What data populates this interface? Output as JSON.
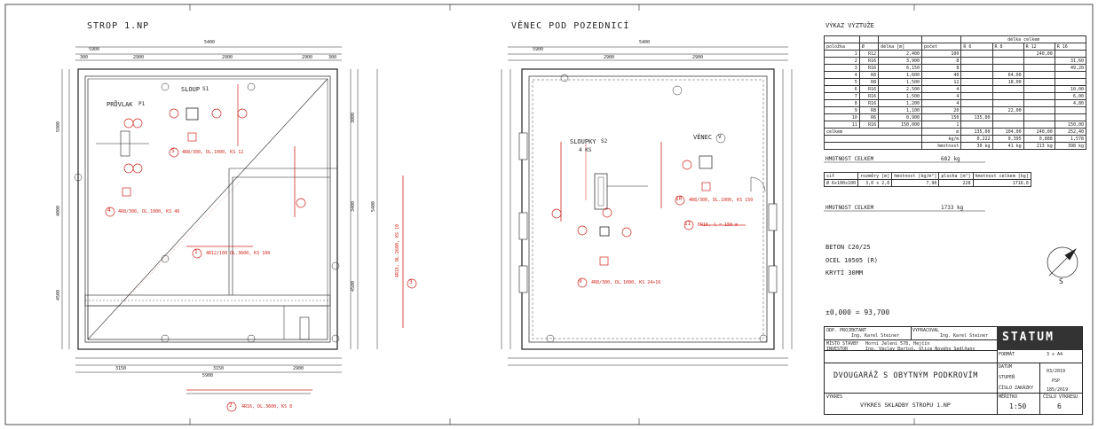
{
  "left_plan": {
    "title": "STROP 1.NP",
    "labels": {
      "prujlak": "PRŮVLAK",
      "prujlak_mark": "P1",
      "sloup": "SLOUP",
      "sloup_mark": "S1"
    },
    "dims_top": [
      "5900",
      "5400",
      "2900",
      "2900",
      "2900",
      "300",
      "300"
    ],
    "dims_bottom": [
      "3150",
      "3150",
      "2900",
      "5900"
    ],
    "dims_left": [
      "5900",
      "4000",
      "4500"
    ],
    "dims_right": [
      "3000",
      "3400",
      "4500",
      "5400"
    ],
    "bars": [
      {
        "num": "1",
        "text": "4R12/100 DL.3600, KS 100"
      },
      {
        "num": "2",
        "text": "4R16, DL.3600, KS 8"
      },
      {
        "num": "3",
        "text": "4R16, DL.2600, KS 10"
      },
      {
        "num": "4",
        "text": "4R8/300, DL.1000, KS 40"
      },
      {
        "num": "5",
        "text": "4R8/300, DL.1000, KS 12"
      }
    ]
  },
  "right_plan": {
    "title": "VĚNEC POD POZEDNICÍ",
    "labels": {
      "sloupky": "SLOUPKY",
      "sloupky_mark": "S2",
      "sloupky_count": "4 KS",
      "venec": "VĚNEC",
      "venec_mark": "V"
    },
    "dims_top": [
      "5900",
      "2900",
      "2900",
      "5400"
    ],
    "bars": [
      {
        "num": "9",
        "text": "4R8/300, DL.1000, KS 24+16"
      },
      {
        "num": "10",
        "text": "4R8/300, DL.1000, KS 150"
      },
      {
        "num": "11",
        "text": "6R16, l = 150 m"
      }
    ]
  },
  "vykaz": {
    "title": "VÝKAZ VÝZTUŽE",
    "headers": [
      "položka",
      "Ø",
      "délka [m]",
      "počet",
      "R 6",
      "R 8",
      "R 12",
      "R 16"
    ],
    "group_header": "délka celkem",
    "rows": [
      [
        "1",
        "R12",
        "2,400",
        "100",
        "",
        "",
        "240,00",
        ""
      ],
      [
        "2",
        "R16",
        "3,900",
        "8",
        "",
        "",
        "",
        "31,60"
      ],
      [
        "3",
        "R16",
        "6,150",
        "8",
        "",
        "",
        "",
        "49,20"
      ],
      [
        "4",
        "R8",
        "1,600",
        "40",
        "",
        "64,00",
        "",
        ""
      ],
      [
        "5",
        "R8",
        "1,500",
        "12",
        "",
        "18,00",
        "",
        ""
      ],
      [
        "6",
        "R16",
        "2,500",
        "4",
        "",
        "",
        "",
        "10,00"
      ],
      [
        "7",
        "R16",
        "1,500",
        "4",
        "",
        "",
        "",
        "6,00"
      ],
      [
        "8",
        "R16",
        "1,200",
        "4",
        "",
        "",
        "",
        "4,80"
      ],
      [
        "9",
        "R8",
        "1,100",
        "20",
        "",
        "22,00",
        "",
        ""
      ],
      [
        "10",
        "R6",
        "0,900",
        "150",
        "135,00",
        "",
        "",
        ""
      ],
      [
        "11",
        "R16",
        "150,000",
        "1",
        "",
        "",
        "",
        "150,00"
      ]
    ],
    "sum_rows": [
      [
        "celkem",
        "m",
        "135,00",
        "104,00",
        "240,00",
        "252,40"
      ],
      [
        "",
        "kg/m",
        "0,222",
        "0,395",
        "0,888",
        "1,578"
      ],
      [
        "",
        "hmotnost",
        "30 kg",
        "41 kg",
        "213 kg",
        "398 kg"
      ]
    ],
    "total_label": "HMOTNOST CELKEM",
    "total_value": "682 kg",
    "mesh": {
      "headers": [
        "síť",
        "rozměry [m]",
        "hmotnost [kg/m²]",
        "plocha [m²]",
        "hmotnost celkem [kg]"
      ],
      "row": [
        "Ø 6x100x100",
        "3,0 x 2,0",
        "7,90",
        "228",
        "1716,0"
      ]
    },
    "total2_label": "HMOTNOST CELKEM",
    "total2_value": "1733 kg"
  },
  "notes": {
    "beton": "BETON C20/25",
    "ocel": "OCEL 10505 (R)",
    "kryti": "KRYTÍ 30MM",
    "level": "±0,000 = 93,700"
  },
  "north": "S",
  "titleblock": {
    "company": "STATUM",
    "project": "DVOUGARÁŽ S OBYTNÝM PODKROVÍM",
    "drawing_label": "VÝKRES",
    "drawing": "VÝKRES SKLADBY STROPU 1.NP",
    "engineer_label": "ODP. PROJEKTANT",
    "engineer": "Ing. Karel Steiner",
    "drafter_label": "VYPRACOVAL",
    "drafter": "Ing. Karel Steiner",
    "place_label": "MÍSTO STAVBY",
    "place": "Horní Jelení 578, Hejčín",
    "investor_label": "INVESTOR",
    "investor": "Ing. Václav Bartoš, Ulice Nového Sedlňany",
    "scale_label": "MĚŘÍTKO",
    "scale": "1:50",
    "number_label": "ČÍSLO VÝKRESU",
    "number": "6",
    "format_label": "FORMÁT",
    "format": "3 x A4",
    "date_label": "DATUM",
    "date": "03/2019",
    "stage_label": "STUPEŇ",
    "stage": "PSP",
    "zak_label": "ČÍSLO ZAKÁZKY",
    "zak": "185/2019"
  },
  "colors": {
    "line": "#222222",
    "red": "#d0261e"
  }
}
